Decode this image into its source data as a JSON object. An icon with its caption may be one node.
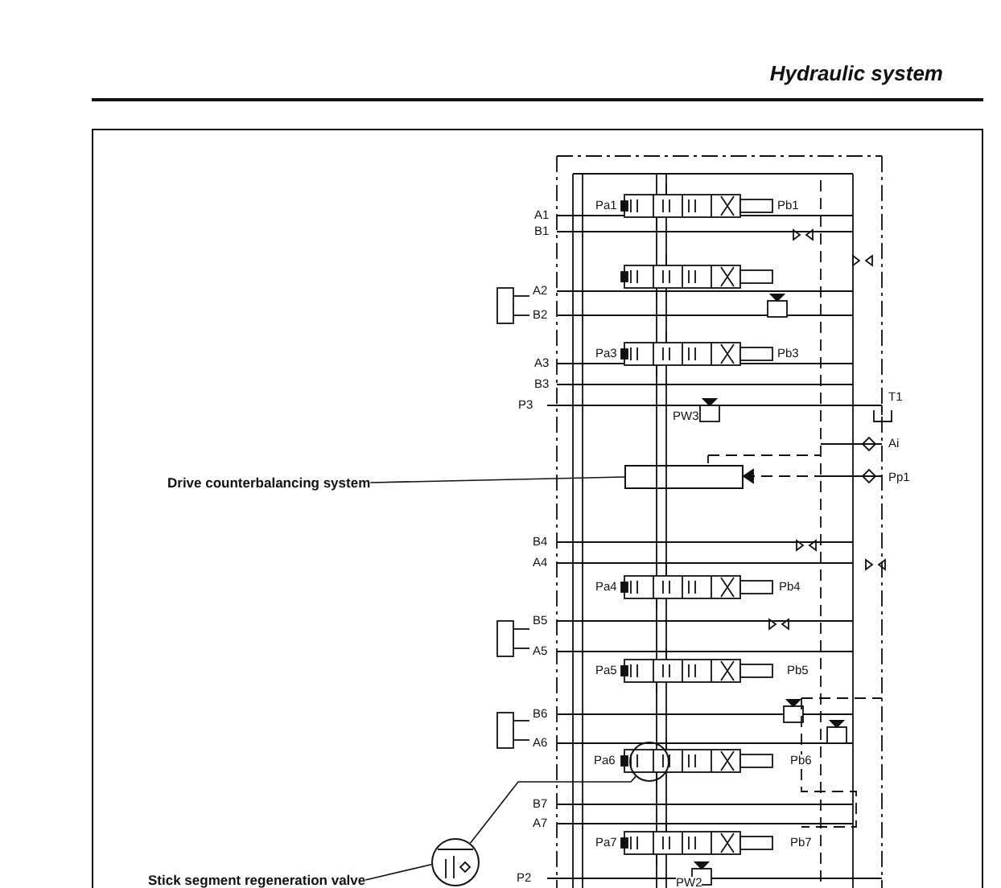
{
  "diagram": {
    "title": "Hydraulic system",
    "nodes": [
      {
        "text": [
          "Drive counterbalancing system"
        ]
      },
      {
        "text": [],
        "shape": "box"
      },
      {
        "text": [
          "Stick segment regeneration valve"
        ]
      },
      {
        "text": [],
        "shape": "circle"
      },
      {
        "text": [],
        "shape": "circle"
      }
    ],
    "edges": [
      {
        "from": 0,
        "to": 1,
        "arrow": "none"
      },
      {
        "from": 2,
        "to": 3,
        "arrow": "none"
      },
      {
        "from": 3,
        "to": 4,
        "arrow": "none"
      }
    ],
    "labels": [
      "Pa1",
      "Pb1",
      "A1",
      "B1",
      "A2",
      "B2",
      "Pa3",
      "Pb3",
      "A3",
      "B3",
      "T1",
      "P3",
      "PW3",
      "Ai",
      "Pp1",
      "B4",
      "A4",
      "Pa4",
      "Pb4",
      "B5",
      "A5",
      "Pa5",
      "Pb5",
      "B6",
      "A6",
      "Pa6",
      "Pb6",
      "B7",
      "A7",
      "Pa7",
      "Pb7",
      "P2",
      "PW2"
    ]
  }
}
